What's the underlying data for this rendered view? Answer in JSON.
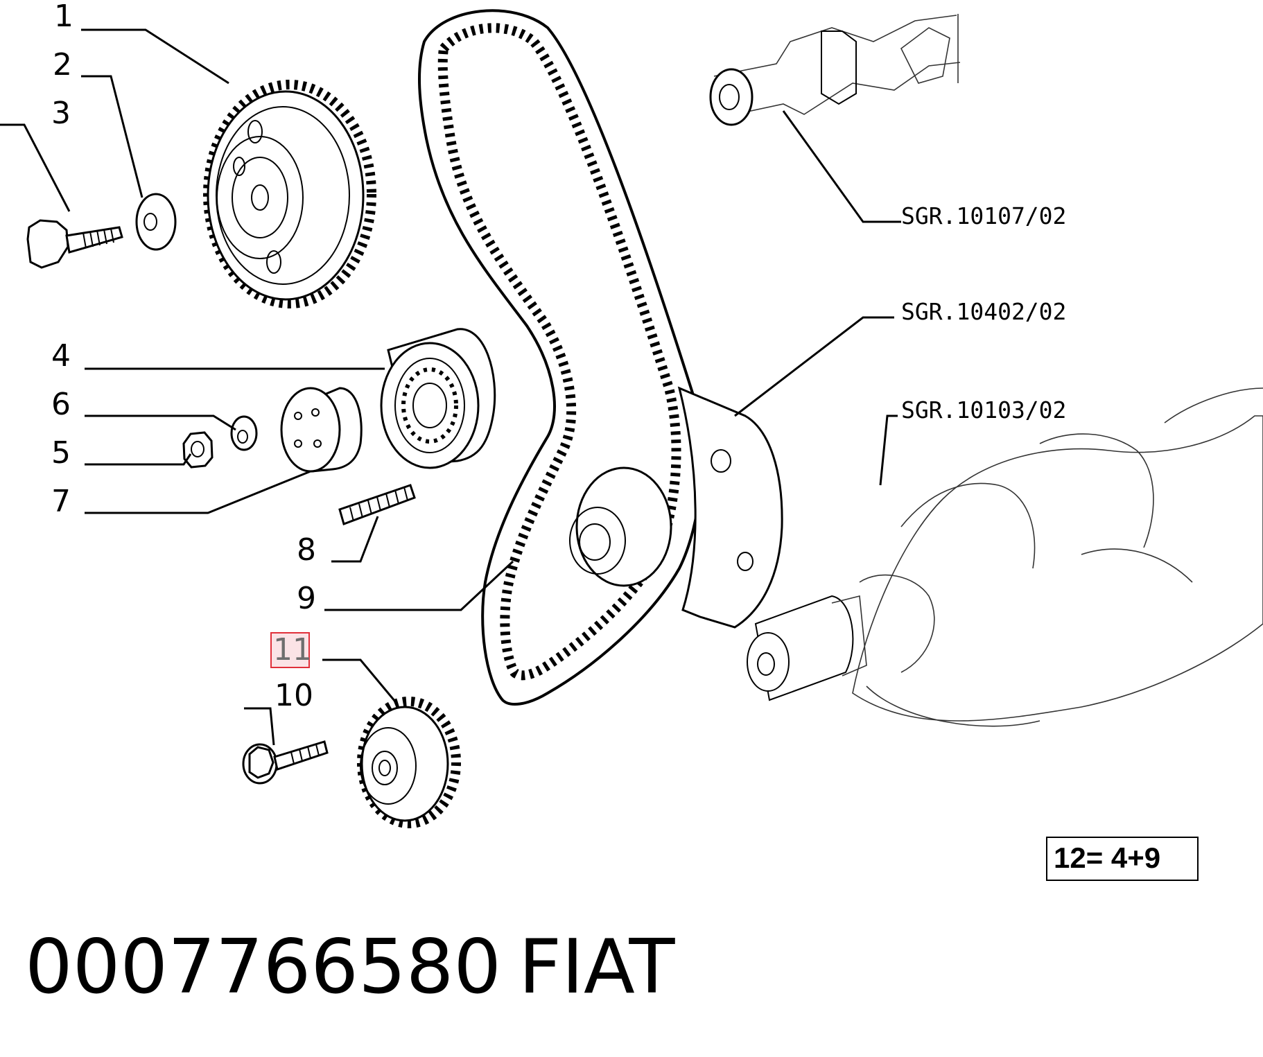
{
  "diagram": {
    "callouts": [
      "1",
      "2",
      "3",
      "4",
      "6",
      "5",
      "7",
      "8",
      "9",
      "11",
      "10"
    ],
    "highlighted_callout": "11",
    "references": {
      "camshaft": "SGR.10107/02",
      "cover": "SGR.10402/02",
      "crankshaft": "SGR.10103/02"
    },
    "formula": "12= 4+9",
    "part_number": "0007766580",
    "brand": "FIAT",
    "colors": {
      "highlight_border": "#e0303a",
      "highlight_fill": "#fbe3e6"
    }
  }
}
